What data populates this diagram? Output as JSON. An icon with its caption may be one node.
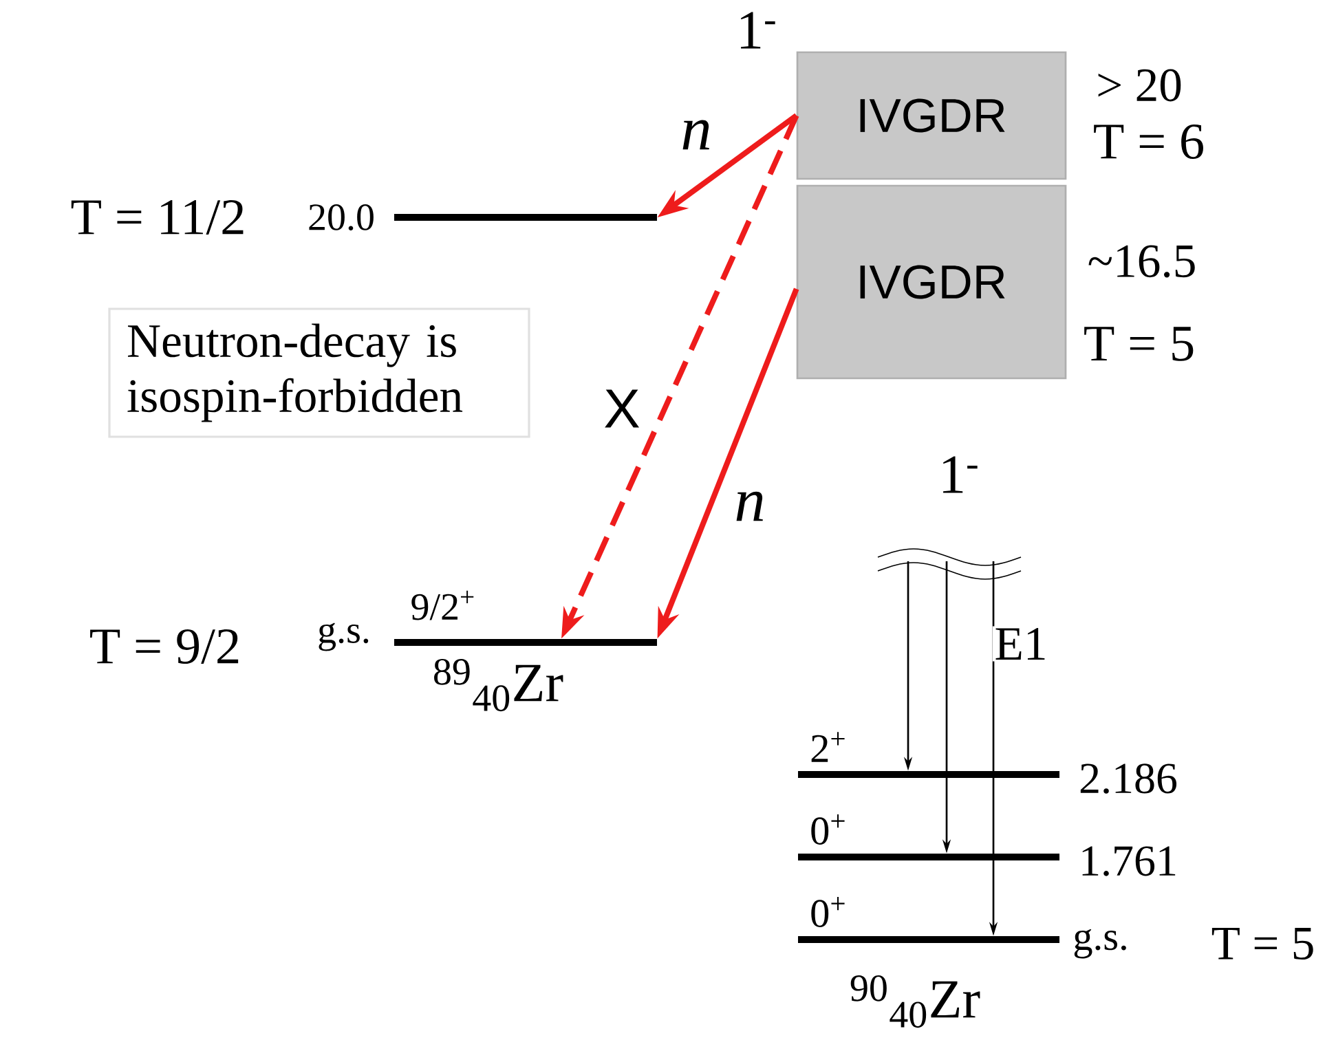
{
  "diagram": {
    "nodes": [
      {
        "text": [
          "IVGDR"
        ],
        "beside": [
          "1$^{-}$",
          "> 20",
          "T = 6"
        ]
      },
      {
        "text": [
          "IVGDR"
        ],
        "beside": [
          "~16.5",
          "T = 5"
        ]
      },
      {
        "text": [],
        "shape": "bar",
        "beside": [
          "T = 11/2",
          "20.0"
        ]
      },
      {
        "text": [],
        "shape": "bar",
        "beside": [
          "T = 9/2",
          "g.s.",
          "9/2$^{+}$",
          "$^{89}$$_{40}$Zr"
        ]
      },
      {
        "text": [],
        "shape": "wave",
        "beside": [
          "1$^{-}$"
        ]
      },
      {
        "text": [],
        "shape": "bar",
        "beside": [
          "2$^{+}$",
          "2.186"
        ]
      },
      {
        "text": [],
        "shape": "bar",
        "beside": [
          "0$^{+}$",
          "1.761"
        ]
      },
      {
        "text": [],
        "shape": "bar",
        "beside": [
          "0$^{+}$",
          "g.s.",
          "T = 5",
          "$^{90}$$_{40}$Zr"
        ]
      },
      {
        "text": [
          "Neutron-decay is isospin-forbidden"
        ]
      }
    ],
    "edges": [
      {
        "from": 0,
        "to": 2,
        "arrow": "to",
        "label": "n",
        "style": "thick",
        "color": "#ee1c1c"
      },
      {
        "from": 0,
        "to": 3,
        "arrow": "to",
        "label": "X",
        "style": "dashed",
        "color": "#ee1c1c"
      },
      {
        "from": 1,
        "to": 3,
        "arrow": "to",
        "label": "n",
        "style": "thick",
        "color": "#ee1c1c"
      },
      {
        "from": 4,
        "to": 5,
        "arrow": "to",
        "color": "#000000"
      },
      {
        "from": 4,
        "to": 6,
        "arrow": "to",
        "color": "#000000"
      },
      {
        "from": 4,
        "to": 7,
        "arrow": "to",
        "label": "E1",
        "color": "#000000"
      }
    ]
  }
}
